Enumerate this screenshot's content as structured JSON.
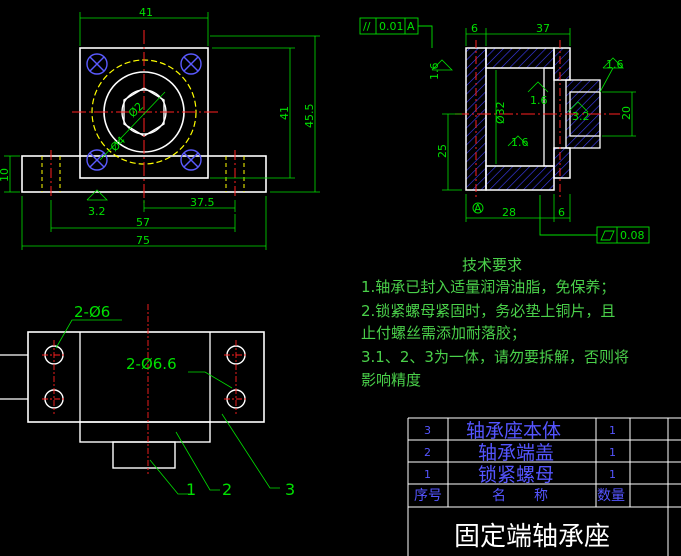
{
  "front_view": {
    "dim_width": "41",
    "dim_height": "41",
    "dim_total_height": "45.5",
    "dim_base_thickness": "10",
    "dim_hole_offset": "37.5",
    "dim_hole_spacing": "57",
    "dim_base_length": "75",
    "roughness_base": "3.2",
    "dim_bore": "Ø2",
    "dim_circle": "Ø4"
  },
  "section_view": {
    "tolerance_symbol": "//",
    "tolerance_value": "0.01",
    "tolerance_datum": "A",
    "dim_wall": "6",
    "dim_length": "37",
    "dim_bore": "Ø32",
    "dim_shaft": "20",
    "dim_lower": "25",
    "dim_base": "28",
    "dim_lip": "6",
    "roughness_outer": "1.6",
    "roughness_inner": "1.6",
    "roughness_right": "1.6",
    "roughness_shaft": "3.2",
    "roughness_bottom": "1.6",
    "flatness_value": "0.08",
    "datum_label": "A"
  },
  "plan_view": {
    "label_holes_small": "2-Ø6",
    "label_holes_large": "2-Ø6.6",
    "balloon_1": "1",
    "balloon_2": "2",
    "balloon_3": "3"
  },
  "tech_notes": {
    "heading": "技术要求",
    "line1": "1.轴承已封入适量润滑油脂，免保养；",
    "line2": "2.锁紧螺母紧固时，务必垫上铜片，且",
    "line3": "止付螺丝需添加耐落胶；",
    "line4": "3.1、2、3为一体，请勿要拆解，否则将",
    "line5": "影响精度"
  },
  "title_block": {
    "rows": [
      {
        "no": "3",
        "name": "轴承座本体",
        "qty": "1"
      },
      {
        "no": "2",
        "name": "轴承端盖",
        "qty": "1"
      },
      {
        "no": "1",
        "name": "锁紧螺母",
        "qty": "1"
      }
    ],
    "header_no": "序号",
    "header_name": "名　　称",
    "header_qty": "数量",
    "drawing_title": "固定端轴承座"
  },
  "colors": {
    "outline": "#ffffff",
    "dimension": "#00e000",
    "center_line": "#ff2020",
    "hidden_line": "#ffff00",
    "hatch": "#4040ff",
    "frame": "#5555ff"
  }
}
